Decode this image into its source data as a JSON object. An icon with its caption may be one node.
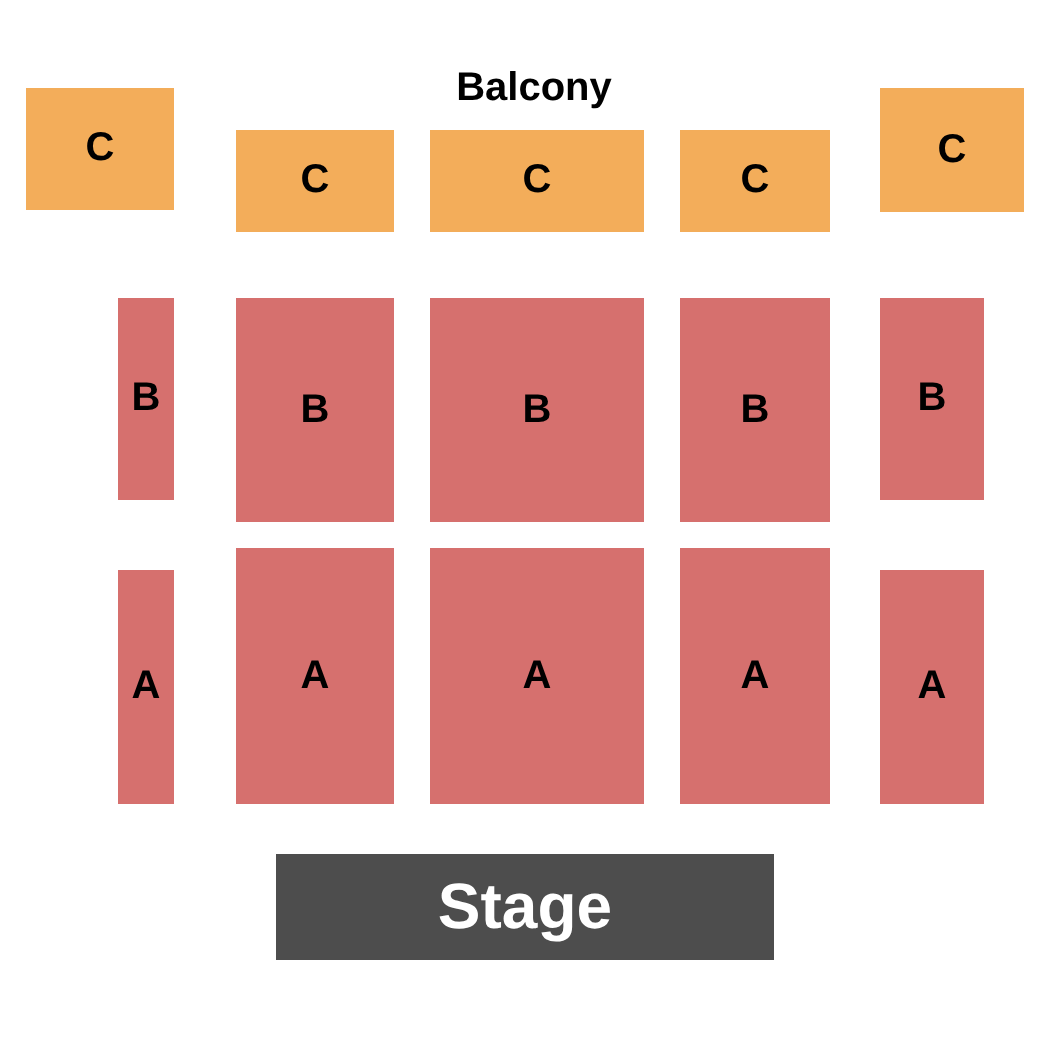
{
  "diagram": {
    "nodes": [
      {
        "text": [
          "C"
        ]
      },
      {
        "text": [
          "C"
        ]
      },
      {
        "text": [
          "C"
        ]
      },
      {
        "text": [
          "C"
        ]
      },
      {
        "text": [
          "C"
        ]
      },
      {
        "text": [
          "B"
        ]
      },
      {
        "text": [
          "B"
        ]
      },
      {
        "text": [
          "B"
        ]
      },
      {
        "text": [
          "B"
        ]
      },
      {
        "text": [
          "B"
        ]
      },
      {
        "text": [
          "A"
        ]
      },
      {
        "text": [
          "A"
        ]
      },
      {
        "text": [
          "A"
        ]
      },
      {
        "text": [
          "A"
        ]
      },
      {
        "text": [
          "A"
        ]
      },
      {
        "text": [
          "Stage"
        ]
      }
    ],
    "labels": [
      "Balcony"
    ]
  }
}
